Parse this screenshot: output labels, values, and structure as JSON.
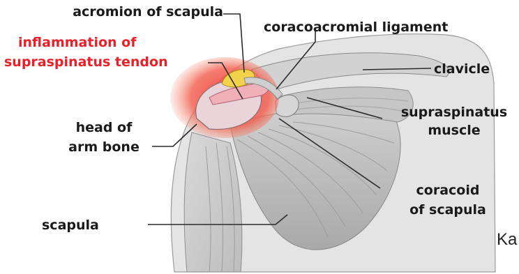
{
  "labels": {
    "acromion": "acromion of scapula",
    "coracoacromial": "coracoacromial ligament",
    "inflammation_line1": "inflammation of",
    "inflammation_line2": "supraspinatus tendon",
    "clavicle": "clavicle",
    "supraspinatus_line1": "supraspinatus",
    "supraspinatus_line2": "muscle",
    "head_line1": "head of",
    "head_line2": "arm  bone",
    "coracoid_line1": "coracoid",
    "coracoid_line2": "of scapula",
    "scapula": "scapula"
  },
  "corner_text": "Ka",
  "colors": {
    "highlight_label": "#e8202a",
    "inflammation": "#f03a3a",
    "tendon": "#f2d24a",
    "leader_line": "#2a2a2a"
  }
}
